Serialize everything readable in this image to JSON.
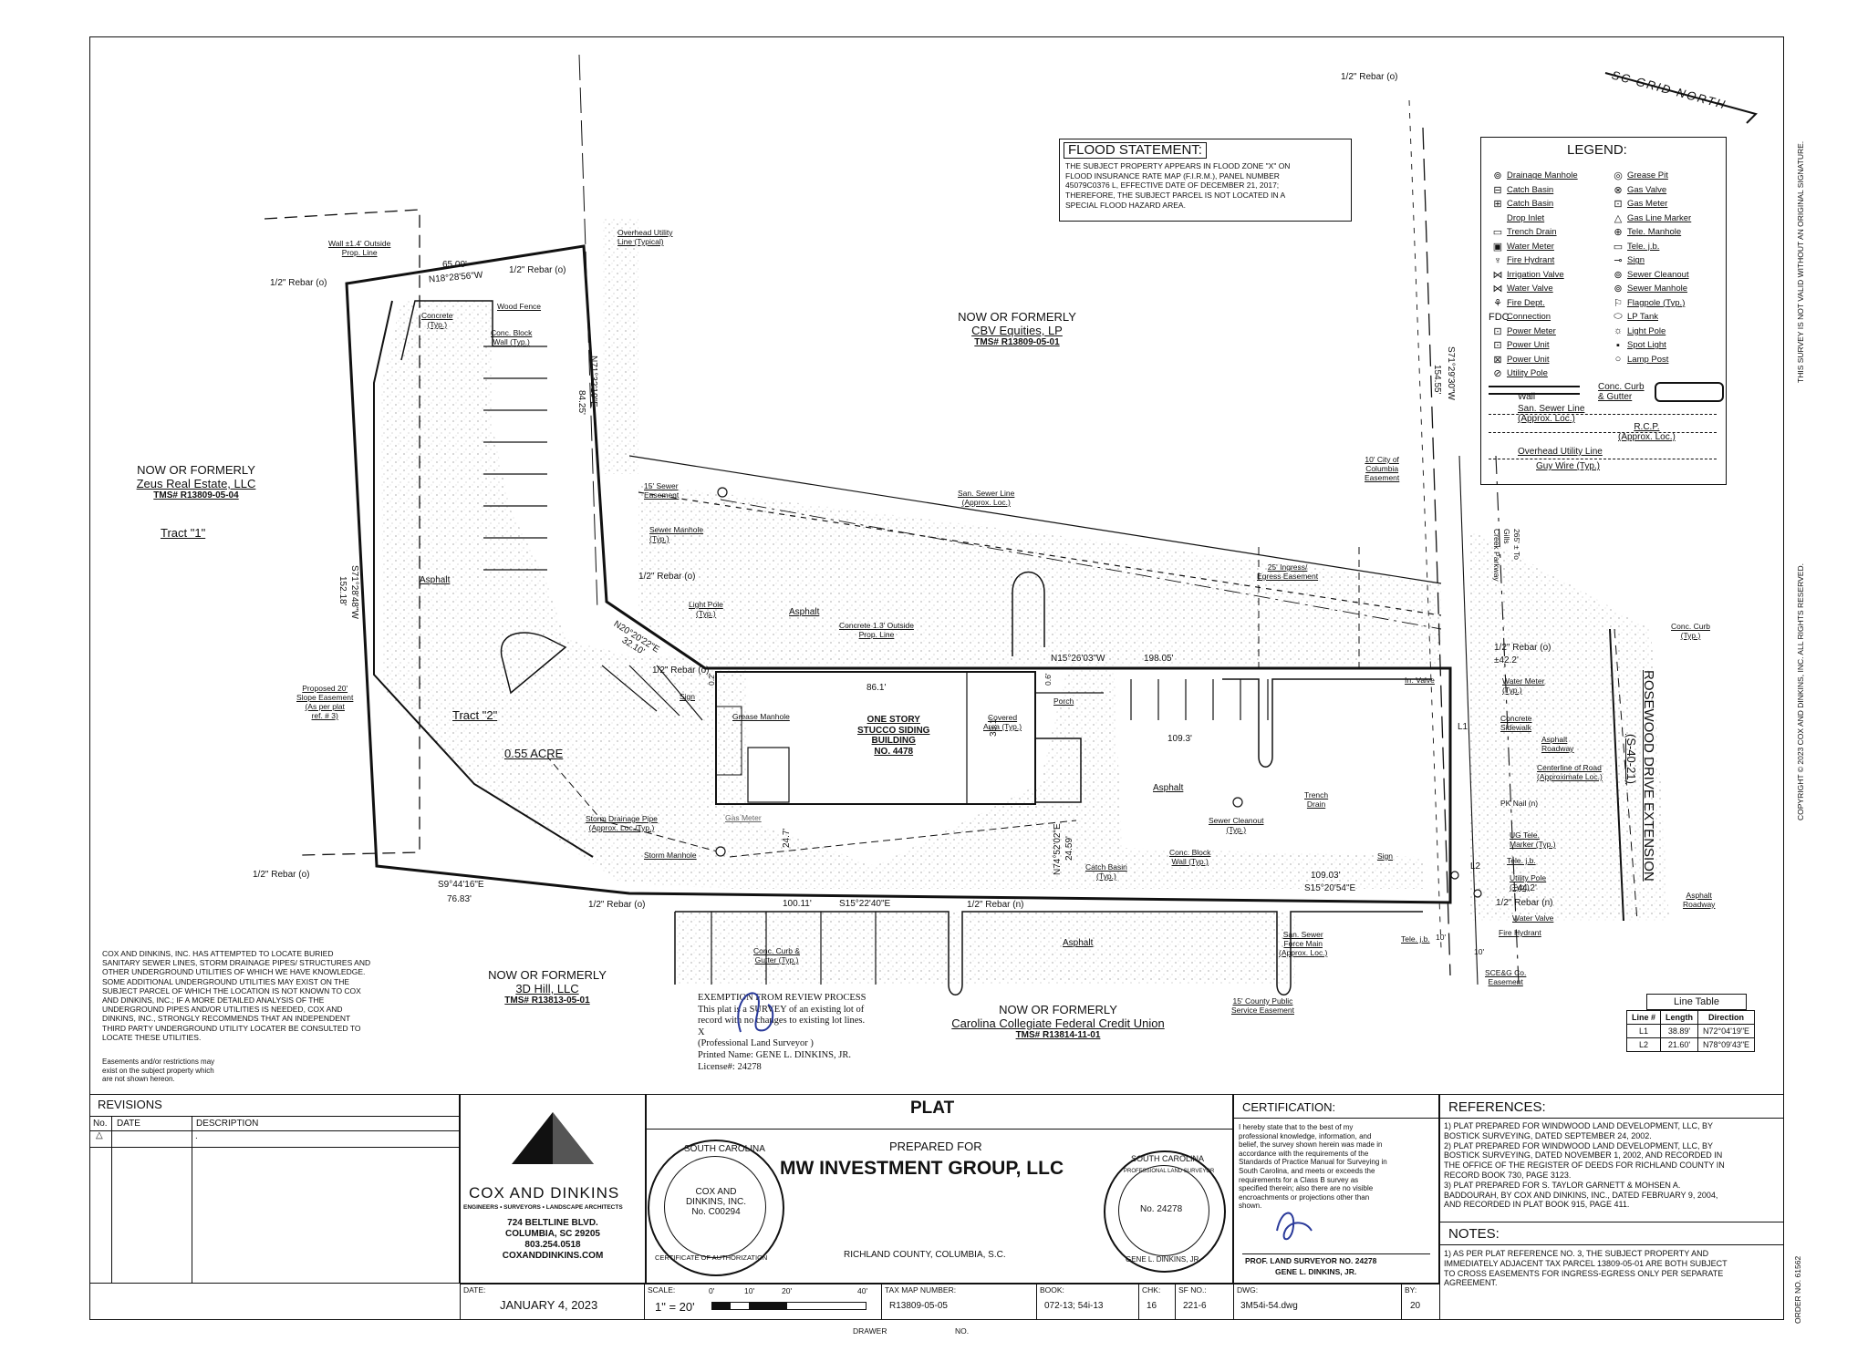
{
  "flood": {
    "title": "FLOOD STATEMENT:",
    "lines": [
      "THE SUBJECT PROPERTY APPEARS IN FLOOD ZONE \"X\" ON",
      "FLOOD INSURANCE RATE MAP (F.I.R.M.), PANEL NUMBER",
      "45079C0376 L, EFFECTIVE DATE OF DECEMBER 21, 2017;",
      "THEREFORE, THE SUBJECT PARCEL IS NOT LOCATED IN A",
      "SPECIAL FLOOD HAZARD AREA."
    ]
  },
  "north_arrow": "SC GRID NORTH",
  "legend": {
    "title": "LEGEND:",
    "left": [
      {
        "sym": "⊚",
        "label": "Drainage Manhole"
      },
      {
        "sym": "⊟",
        "label": "Catch Basin"
      },
      {
        "sym": "⊞",
        "label": "Catch Basin"
      },
      {
        "sym": "",
        "label": "Drop Inlet"
      },
      {
        "sym": "▭",
        "label": "Trench Drain"
      },
      {
        "sym": "▣",
        "label": "Water Meter"
      },
      {
        "sym": "♆",
        "label": "Fire Hydrant"
      },
      {
        "sym": "⋈",
        "label": "Irrigation Valve"
      },
      {
        "sym": "⋈",
        "label": "Water Valve"
      },
      {
        "sym": "⚘",
        "label": "Fire Dept."
      },
      {
        "sym": "FDC",
        "label": "Connection"
      },
      {
        "sym": "⊡",
        "label": "Power Meter"
      },
      {
        "sym": "⊡",
        "label": "Power Unit"
      },
      {
        "sym": "⊠",
        "label": "Power Unit"
      },
      {
        "sym": "⊘",
        "label": "Utility Pole"
      }
    ],
    "right": [
      {
        "sym": "◎",
        "label": "Grease Pit"
      },
      {
        "sym": "⊗",
        "label": "Gas Valve"
      },
      {
        "sym": "⊡",
        "label": "Gas Meter"
      },
      {
        "sym": "△",
        "label": "Gas Line Marker"
      },
      {
        "sym": "⊕",
        "label": "Tele. Manhole"
      },
      {
        "sym": "▭",
        "label": "Tele. j.b."
      },
      {
        "sym": "⊸",
        "label": "Sign"
      },
      {
        "sym": "⊚",
        "label": "Sewer Cleanout"
      },
      {
        "sym": "⊚",
        "label": "Sewer Manhole"
      },
      {
        "sym": "⚐",
        "label": "Flagpole (Typ.)"
      },
      {
        "sym": "⬭",
        "label": "LP Tank"
      },
      {
        "sym": "☼",
        "label": "Light Pole"
      },
      {
        "sym": "▪",
        "label": "Spot Light"
      },
      {
        "sym": "○",
        "label": "Lamp Post"
      }
    ],
    "wall": "Wall",
    "curb": "Conc. Curb\n& Gutter",
    "sewer_line": "San. Sewer Line\n(Approx. Loc.)",
    "rcp": "R.C.P.\n(Approx. Loc.)",
    "overhead": "Overhead Utility Line",
    "guy": "Guy Wire (Typ.)"
  },
  "margin_right": {
    "top": "THIS SURVEY IS NOT VALID WITHOUT AN ORIGINAL SIGNATURE.",
    "mid": "COPYRIGHT © 2023 COX AND DINKINS, INC.  ALL RIGHTS RESERVED.",
    "order": "ORDER NO. 61562"
  },
  "owners": {
    "zeus": {
      "a": "NOW OR FORMERLY",
      "b": "Zeus Real Estate, LLC",
      "c": "TMS# R13809-05-04"
    },
    "cbv": {
      "a": "NOW OR FORMERLY",
      "b": "CBV Equities, LP",
      "c": "TMS# R13809-05-01"
    },
    "hill": {
      "a": "NOW OR FORMERLY",
      "b": "3D Hill, LLC",
      "c": "TMS# R13813-05-01"
    },
    "ccfcu": {
      "a": "NOW OR FORMERLY",
      "b": "Carolina Collegiate Federal Credit Union",
      "c": "TMS# R13814-11-01"
    }
  },
  "labels": {
    "tract1": "Tract \"1\"",
    "tract2": "Tract \"2\"",
    "acre": "0.55 ACRE",
    "building": [
      "ONE STORY",
      "STUCCO SIDING",
      "BUILDING",
      "NO. 4478"
    ],
    "rosewood1": "ROSEWOOD DRIVE EXTENSION",
    "rosewood2": "(S-40-21)",
    "asphalt": "Asphalt",
    "rebar_o": "1/2\" Rebar (o)",
    "rebar_n": "1/2\" Rebar (n)",
    "wall_outside": [
      "Wall ±1.4' Outside",
      "Prop. Line"
    ],
    "concrete_typ": [
      "Concrete",
      "(Typ.)"
    ],
    "wood_fence": "Wood Fence",
    "block_wall": [
      "Conc. Block",
      "Wall (Typ.)"
    ],
    "overhead_util": [
      "Overhead Utility",
      "Line (Typical)"
    ],
    "sewer_ease": [
      "15' Sewer",
      "Easement"
    ],
    "sewer_mh": [
      "Sewer Manhole",
      "(Typ.)"
    ],
    "san_sewer": [
      "San. Sewer Line",
      "(Approx. Loc.)"
    ],
    "city_ease": [
      "10' City of",
      "Columbia",
      "Easement"
    ],
    "ingress": [
      "25' Ingress/",
      "Egress Easement"
    ],
    "light_pole": [
      "Light Pole",
      "(Typ.)"
    ],
    "conc_outside": [
      "Concrete 1.3' Outside",
      "Prop. Line"
    ],
    "grease": "Grease Manhole",
    "sign": "Sign",
    "covered": [
      "Covered",
      "Area (Typ.)"
    ],
    "porch": "Porch",
    "slope_ease": [
      "Proposed 20'",
      "Slope Easement",
      "(As per plat",
      "ref. # 3)"
    ],
    "storm_pipe": [
      "Storm Drainage Pipe",
      "(Approx. Loc./Typ.)"
    ],
    "gas_meter": "Gas Meter",
    "storm_mh": "Storm Manhole",
    "catch_basin": [
      "Catch Basin",
      "(Typ.)"
    ],
    "sewer_co": [
      "Sewer Cleanout",
      "(Typ.)"
    ],
    "block_wall2": [
      "Conc. Block",
      "Wall (Typ.)"
    ],
    "trench": [
      "Trench",
      "Drain"
    ],
    "irr_valve": "Irr. Valve",
    "water_meter": [
      "Water Meter",
      "(Typ.)"
    ],
    "conc_sidewalk": [
      "Concrete",
      "Sidewalk"
    ],
    "asphalt_rd": [
      "Asphalt",
      "Roadway"
    ],
    "centerline": [
      "Centerline of Road",
      "(Approximate Loc.)"
    ],
    "pk_nail": "PK Nail (n)",
    "ug_tele": [
      "UG Tele.",
      "Marker (Typ.)"
    ],
    "tele_jb": "Tele. j.b.",
    "utility_pole": [
      "Utility Pole",
      "(Typ.)"
    ],
    "water_valve": "Water Valve",
    "fire_hydrant": "Fire Hydrant",
    "sceg": [
      "SCE&G Co.",
      "Easement"
    ],
    "sewer_fm": [
      "San. Sewer",
      "Force Main",
      "(Approx. Loc.)"
    ],
    "county_ease": [
      "15' County Public",
      "Service Easement"
    ],
    "curb_gutter": [
      "Conc. Curb &",
      "Gutter (Typ.)"
    ],
    "conc_curb": [
      "Conc. Curb",
      "(Typ.)"
    ],
    "asphalt_roadway": [
      "Asphalt",
      "Roadway"
    ],
    "gills": [
      "265' ± To",
      "Gills",
      "Creek Parkway"
    ],
    "tele_jb2": "Tele. j.b.",
    "sign2": "Sign"
  },
  "dims": {
    "d1": "65.00'",
    "d2": "N18°28'56\"W",
    "d3": "N71°32'19\"E",
    "d4": "84.25'",
    "d5": "S71°28'48\"W",
    "d6": "152.18'",
    "d7": "N20°20'22\"E",
    "d8": "32.10'",
    "d9": "N15°26'03\"W",
    "d10": "198.05'",
    "d11": "S71°29'30\"W",
    "d12": "154.55'",
    "d13": "86.1'",
    "d14": "35.1'",
    "d15": "109.3'",
    "d16": "24.7'",
    "d17": "N74°52'02\"E",
    "d18": "24.59'",
    "d19": "109.03'",
    "d20": "S15°20'54\"E",
    "d21": "S9°44'16\"E",
    "d22": "76.83'",
    "d23": "100.11'",
    "d24": "S15°22'40\"E",
    "d25": "±42.2'",
    "d26": "±44.2'",
    "d27": "0.2'",
    "d28": "0.6'",
    "d29": "10'",
    "d30": "10'",
    "l1": "L1",
    "l2": "L2"
  },
  "disclaimer": [
    "COX AND DINKINS, INC. HAS ATTEMPTED TO LOCATE BURIED",
    "SANITARY SEWER LINES, STORM DRAINAGE PIPES/ STRUCTURES AND",
    "OTHER UNDERGROUND UTILITIES OF WHICH WE HAVE KNOWLEDGE.",
    "SOME ADDITIONAL UNDERGROUND UTILITIES MAY EXIST ON THE",
    "SUBJECT PARCEL OF WHICH THE LOCATION IS NOT KNOWN TO COX",
    "AND DINKINS, INC.; IF A MORE DETAILED ANALYSIS OF THE",
    "UNDERGROUND PIPES AND/OR UTILITIES IS NEEDED, COX AND",
    "DINKINS, INC., STRONGLY RECOMMENDS THAT AN INDEPENDENT",
    "THIRD PARTY UNDERGROUND UTILITY LOCATER BE CONSULTED TO",
    "LOCATE THESE UTILITIES."
  ],
  "easements_note": [
    "Easements and/or restrictions may",
    "exist on the subject property which",
    "are not shown hereon."
  ],
  "exemption": [
    "EXEMPTION FROM REVIEW PROCESS",
    "This plat is a SURVEY of an existing lot of",
    "record with no changes to existing lot lines.",
    "X",
    "(Professional Land Surveyor )",
    "Printed Name: GENE L. DINKINS, JR.",
    "License#: 24278"
  ],
  "line_table": {
    "title": "Line Table",
    "headers": [
      "Line #",
      "Length",
      "Direction"
    ],
    "rows": [
      [
        "L1",
        "38.89'",
        "N72°04'19\"E"
      ],
      [
        "L2",
        "21.60'",
        "N78°09'43\"E"
      ]
    ]
  },
  "title_block": {
    "revisions": "REVISIONS",
    "rev_headers": [
      "No.",
      "DATE",
      "DESCRIPTION"
    ],
    "rev_row": [
      "",
      "",
      "."
    ],
    "firm": "COX AND DINKINS",
    "firm_sub": "ENGINEERS • SURVEYORS • LANDSCAPE ARCHITECTS",
    "firm_addr": [
      "724 BELTLINE BLVD.",
      "COLUMBIA, SC 29205",
      "803.254.0518",
      "COXANDDINKINS.COM"
    ],
    "plat": "PLAT",
    "prepared_for": "PREPARED FOR",
    "client": "MW INVESTMENT GROUP, LLC",
    "county": "RICHLAND COUNTY, COLUMBIA, S.C.",
    "seal1_ring_top": "SOUTH CAROLINA",
    "seal1_ring_bottom": "CERTIFICATE OF AUTHORIZATION",
    "seal1_center": [
      "COX AND",
      "DINKINS, INC.",
      "No. C00294"
    ],
    "seal2_ring_top": "SOUTH CAROLINA",
    "seal2_ring_mid": "PROFESSIONAL LAND SURVEYOR",
    "seal2_ring_bottom": "GENE L. DINKINS, JR.",
    "seal2_center": "No. 24278",
    "cert_title": "CERTIFICATION:",
    "cert_text": [
      "I hereby state that to the best of my",
      "professional knowledge, information, and",
      "belief, the survey shown herein was made in",
      "accordance with the requirements of the",
      "Standards of Practice Manual for Surveying in",
      "South Carolina, and meets or exceeds the",
      "requirements for a Class B survey as",
      "specified therein; also there are no visible",
      "encroachments or projections other than",
      "shown."
    ],
    "cert_sign1": "PROF. LAND SURVEYOR NO. 24278",
    "cert_sign2": "GENE L. DINKINS, JR.",
    "ref_title": "REFERENCES:",
    "refs": [
      "1) PLAT PREPARED FOR WINDWOOD LAND DEVELOPMENT, LLC, BY",
      "BOSTICK SURVEYING, DATED SEPTEMBER 24, 2002.",
      "2) PLAT PREPARED FOR WINDWOOD LAND DEVELOPMENT, LLC, BY",
      "BOSTICK SURVEYING, DATED NOVEMBER 1, 2002, AND RECORDED IN",
      "THE OFFICE OF THE REGISTER OF DEEDS FOR RICHLAND COUNTY IN",
      "RECORD BOOK 730, PAGE 3123.",
      "3) PLAT PREPARED FOR S. TAYLOR GARNETT & MOHSEN A.",
      "BADDOURAH, BY COX AND DINKINS, INC., DATED FEBRUARY 9, 2004,",
      "AND RECORDED IN PLAT BOOK 915, PAGE 411."
    ],
    "notes_title": "NOTES:",
    "notes": [
      "1) AS PER PLAT REFERENCE NO. 3, THE SUBJECT PROPERTY AND",
      "IMMEDIATELY ADJACENT TAX PARCEL 13809-05-01 ARE BOTH SUBJECT",
      "TO CROSS EASEMENTS FOR INGRESS-EGRESS ONLY PER SEPARATE",
      "AGREEMENT."
    ],
    "date_label": "DATE:",
    "date": "JANUARY 4, 2023",
    "scale_label": "SCALE:",
    "scale": "1\" = 20'",
    "scale_ticks": [
      "0'",
      "10'",
      "20'",
      "40'"
    ],
    "tax_label": "TAX MAP NUMBER:",
    "tax": "R13809-05-05",
    "book_label": "BOOK:",
    "book": "072-13;  54i-13",
    "chk_label": "CHK:",
    "chk": "16",
    "sf_label": "SF NO.:",
    "sf": "221-6",
    "dwg_label": "DWG:",
    "dwg": "3M54i-54.dwg",
    "by_label": "BY:",
    "by": "20",
    "drawer": "DRAWER",
    "no": "NO."
  }
}
